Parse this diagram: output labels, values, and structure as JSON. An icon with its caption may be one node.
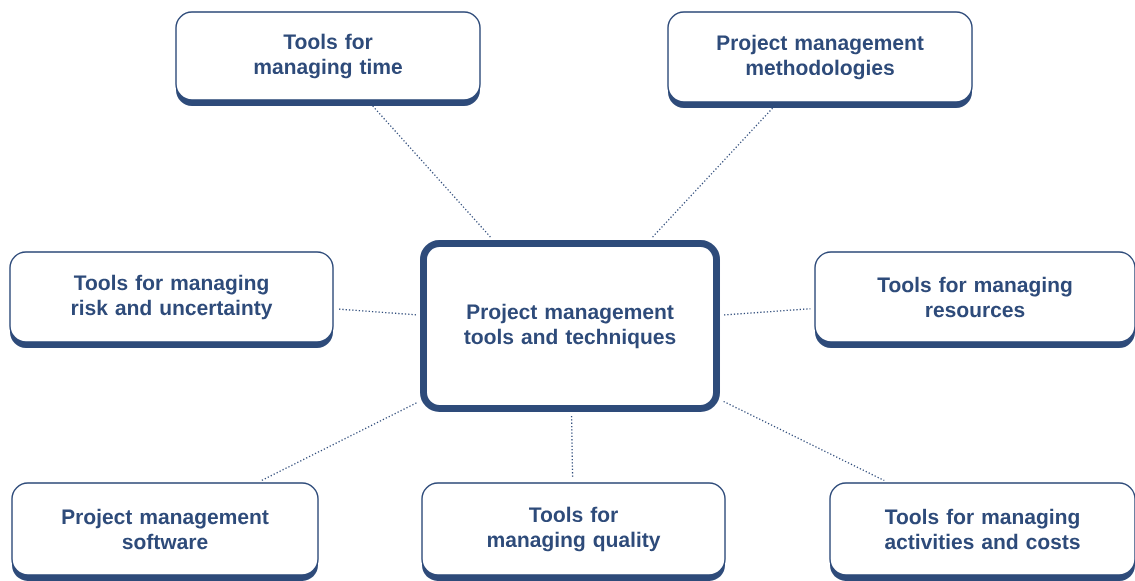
{
  "diagram": {
    "nodes": [
      {
        "text": [
          "Project management tools and techniques"
        ]
      },
      {
        "text": [
          "Tools for managing time"
        ]
      },
      {
        "text": [
          "Project management methodologies"
        ]
      },
      {
        "text": [
          "Tools for managing risk and uncertainty"
        ]
      },
      {
        "text": [
          "Tools for managing resources"
        ]
      },
      {
        "text": [
          "Project management software"
        ]
      },
      {
        "text": [
          "Tools for managing quality"
        ]
      },
      {
        "text": [
          "Tools for managing activities and costs"
        ]
      }
    ],
    "edges": [
      {
        "from": 0,
        "to": 1,
        "arrow": "none"
      },
      {
        "from": 0,
        "to": 2,
        "arrow": "none"
      },
      {
        "from": 0,
        "to": 3,
        "arrow": "none"
      },
      {
        "from": 0,
        "to": 4,
        "arrow": "none"
      },
      {
        "from": 0,
        "to": 5,
        "arrow": "none"
      },
      {
        "from": 0,
        "to": 6,
        "arrow": "none"
      },
      {
        "from": 0,
        "to": 7,
        "arrow": "none"
      }
    ]
  }
}
